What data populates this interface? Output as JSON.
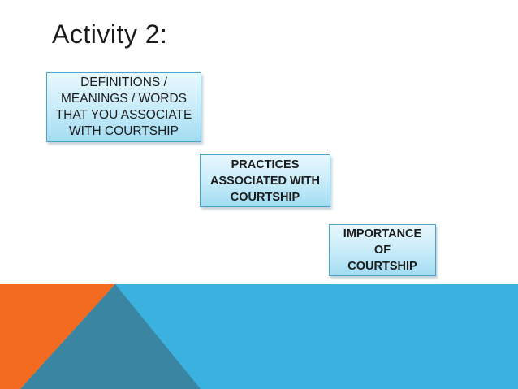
{
  "slide": {
    "title": "Activity 2:",
    "title_color": "#1a1a1a",
    "background": "#ffffff"
  },
  "boxes": [
    {
      "id": "definitions",
      "lines": [
        "DEFINITIONS /",
        "MEANINGS / WORDS",
        "THAT YOU ASSOCIATE",
        "WITH COURTSHIP"
      ],
      "bold": false
    },
    {
      "id": "practices",
      "lines": [
        "PRACTICES",
        "ASSOCIATED WITH",
        "COURTSHIP"
      ],
      "bold": true
    },
    {
      "id": "importance",
      "lines": [
        "IMPORTANCE",
        "OF",
        "COURTSHIP"
      ],
      "bold": true
    }
  ],
  "box_style": {
    "fill_top": "#e9f8fe",
    "fill_mid": "#c9ecf9",
    "fill_bottom": "#a3dcf2",
    "border": "#4aa5cb",
    "text_color": "#1b1b1b"
  },
  "decor": {
    "band_blue": "#3bb1e0",
    "wedge_orange": "#f26b21",
    "wedge_teal": "#3a86a2"
  }
}
